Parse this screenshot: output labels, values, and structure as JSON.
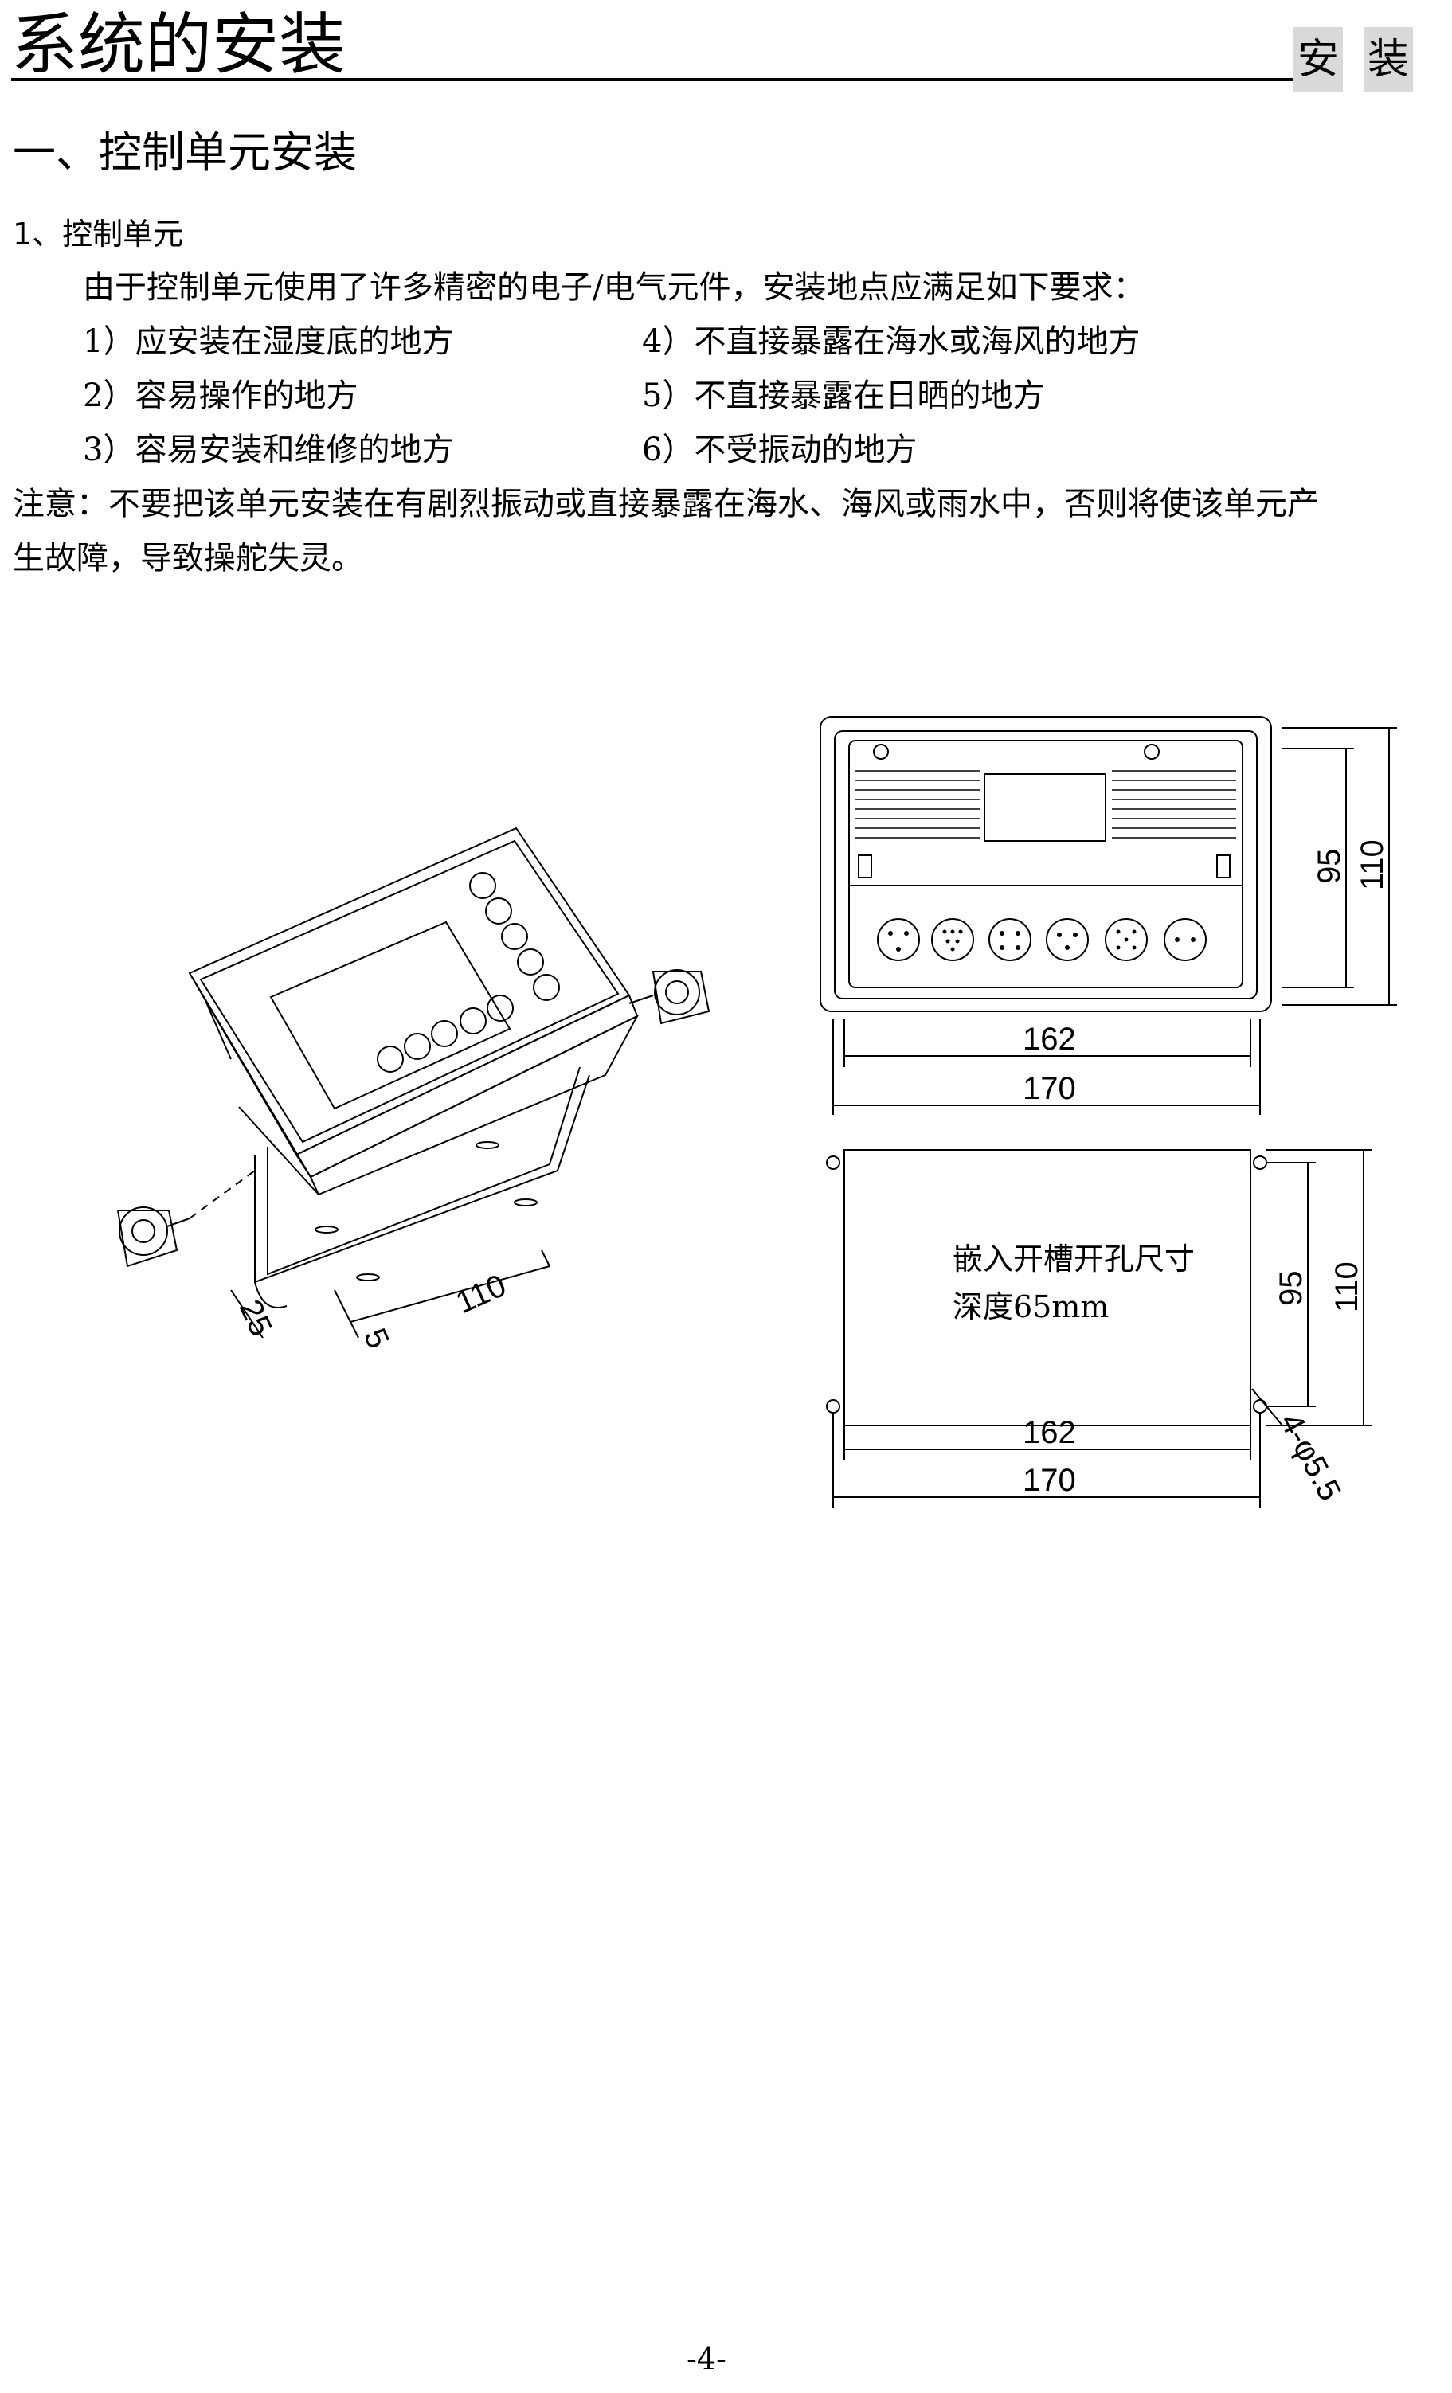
{
  "header": {
    "title": "系统的安装",
    "tab_left": "安",
    "tab_right": "装"
  },
  "section_title": "一、控制单元安装",
  "subsection_title": "1、控制单元",
  "intro": "由于控制单元使用了许多精密的电子/电气元件，安装地点应满足如下要求：",
  "requirements": [
    "1）应安装在湿度底的地方",
    "2）容易操作的地方",
    "3）容易安装和维修的地方",
    "4）不直接暴露在海水或海风的地方",
    "5）不直接暴露在日晒的地方",
    "6）不受振动的地方"
  ],
  "note_line1": "注意：不要把该单元安装在有剧烈振动或直接暴露在海水、海风或雨水中，否则将使该单元产",
  "note_line2": "生故障，导致操舵失灵。",
  "figure": {
    "bracket_dims": [
      "110",
      "25",
      "5"
    ],
    "rear_view_dims": {
      "inner_width": "162",
      "outer_width": "170",
      "inner_height": "95",
      "outer_height": "110"
    },
    "cutout_label_1": "嵌入开槽开孔尺寸",
    "cutout_label_2": "深度65mm",
    "cutout_dims": {
      "inner_width": "162",
      "outer_width": "170",
      "inner_height": "95",
      "outer_height": "110",
      "holes": "4-φ5.5"
    }
  },
  "page_number": "-4-"
}
